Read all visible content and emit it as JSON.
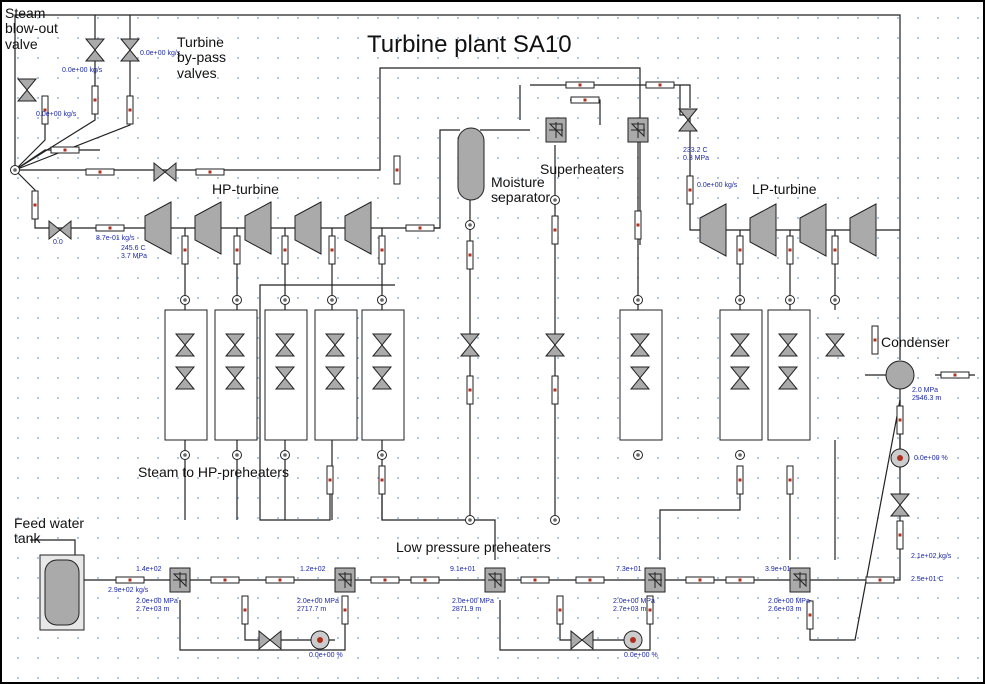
{
  "title": "Turbine plant SA10",
  "labels": {
    "steam_blowout": "Steam\nblow-out\nvalve",
    "bypass": "Turbine\nby-pass\nvalves",
    "hp_turbine": "HP-turbine",
    "moisture_separator": "Moisture\nseparator",
    "superheaters": "Superheaters",
    "lp_turbine": "LP-turbine",
    "condenser": "Condenser",
    "steam_to_hp_preheaters": "Steam to HP-preheaters",
    "feed_water_tank": "Feed water\ntank",
    "low_pressure_preheaters": "Low pressure preheaters"
  },
  "readouts": {
    "blowout_flow": "0.0e+00 kg/s",
    "bypass_flow1": "0.0e+00 kg/s",
    "bypass_flow2": "0.0e+00 kg/s",
    "main_valve": "0.0",
    "hp_inlet_flow": "8.7e-01 kg/s",
    "hp_inlet_state": "245.6 C\n3.7 MPa",
    "lp_valve_state": "233.2 C\n0.3 MPa",
    "lp_flow": "0.0e+00 kg/s",
    "condenser_state": "2.0 MPa\n2546.3 m",
    "condenser_pump": "0.0e+00 %",
    "cond_flow": "2.1e+02 kg/s",
    "cond_temp": "2.5e+01 C",
    "fw_flow": "2.9e+02 kg/s",
    "ph1_top": "1.4e+02",
    "ph1_state": "2.0e+00 MPa\n2.7e+03 m",
    "ph2_top": "1.2e+02",
    "ph2_state": "2.0e+00 MPa\n2717.7 m",
    "pump1": "0.0e+00 %",
    "ph3_top": "9.1e+01",
    "ph3_state": "2.0e+00 MPa\n2871.9 m",
    "ph4_top": "7.3e+01",
    "ph4_state": "2.0e+00 MPa\n2.7e+03 m",
    "pump2": "0.0e+00 %",
    "ph5_top": "3.9e+01",
    "ph5_state": "2.0e+00 MPa\n2.6e+03 m"
  },
  "colors": {
    "pipe": "#222222",
    "component_fill": "#a8a8a8",
    "readout_text": "#1d2aa8",
    "dot_grid": "#9fb6d8"
  }
}
